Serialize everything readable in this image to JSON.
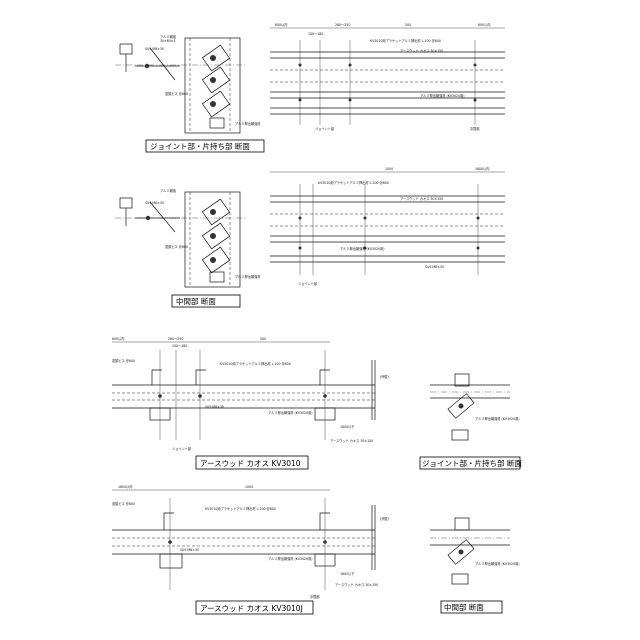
{
  "titles": {
    "top_left": "ジョイント部・片持ち部 断面",
    "mid_left": "中間部 断面",
    "kv3010": "アースウッド カオス KV3010",
    "kv3010j": "アースウッド カオス KV3010J",
    "right_joint": "ジョイント部・片持ち部 断面",
    "right_mid": "中間部 断面"
  },
  "dims": {
    "d600": "600以内",
    "d280": "280～250",
    "d100": "100～180",
    "d1000": "1000",
    "d1000b": "1000以内",
    "d500": "500",
    "d1600": "1600以内"
  },
  "notes": {
    "joint": "ジョイント部",
    "mid": "中間部",
    "bracket": "KV3010用ブラケットアルミ押出材 L-100 @600",
    "alu": "アルミ押出補強材 (KV3020用)",
    "earthwood": "アースウッド カオス 30×150",
    "sus": "SUS M8×30",
    "screw": "皿頭ビス @600",
    "alu2": "アルミ補強材 (KV3020～3050)",
    "outside": "(外壁)",
    "flow": "1600以下"
  }
}
